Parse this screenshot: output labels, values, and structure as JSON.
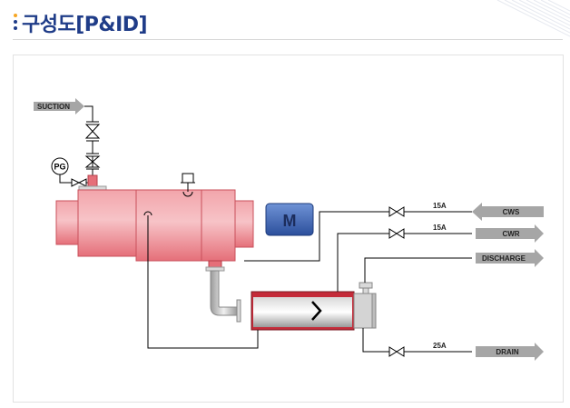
{
  "header": {
    "title": "구성도[P&ID]",
    "accent_color": "#1f3c88",
    "dot_colors": [
      "#f5a623",
      "#1f3c88",
      "#1f3c88"
    ]
  },
  "diagram": {
    "suction_label": "SUCTION",
    "gauge_label": "PG",
    "motor_label": "M",
    "flow_arrow_glyph": ">",
    "lines": [
      {
        "size": "15A",
        "label": "CWS"
      },
      {
        "size": "15A",
        "label": "CWR"
      },
      {
        "size": "",
        "label": "DISCHARGE"
      },
      {
        "size": "25A",
        "label": "DRAIN"
      }
    ],
    "colors": {
      "pump_body": "#f08c94",
      "motor_box": "#3a62b8",
      "arrow_gray": "#a6a6a6",
      "pipe": "#000000"
    },
    "icons": [
      "gate-valve-icon",
      "check-valve-icon",
      "pressure-gauge-icon",
      "vent-icon",
      "flow-direction-icon"
    ]
  }
}
